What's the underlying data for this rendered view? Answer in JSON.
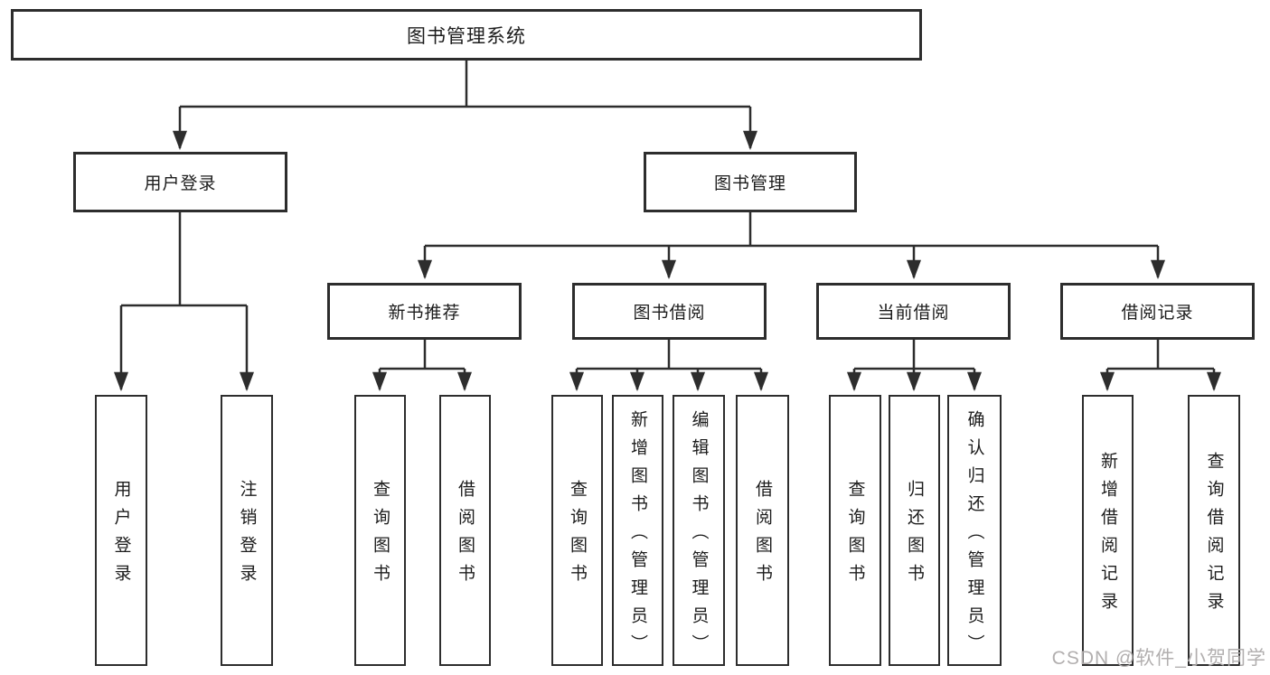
{
  "colors": {
    "line": "#2d2d2d",
    "box_border": "#2d2d2d",
    "text": "#1c1c1c",
    "watermark": "#b2afaf",
    "background": "#ffffff"
  },
  "nodes": {
    "root": "图书管理系统",
    "user_login_group": "用户登录",
    "book_mgmt": "图书管理",
    "new_book_rec": "新书推荐",
    "book_borrow": "图书借阅",
    "current_borrow": "当前借阅",
    "borrow_records": "借阅记录",
    "user_login": "用户登录",
    "logout": "注销登录",
    "nb_query": "查询图书",
    "nb_borrow": "借阅图书",
    "bb_query": "查询图书",
    "bb_add": "新增图书（管理员）",
    "bb_edit": "编辑图书（管理员）",
    "bb_borrow": "借阅图书",
    "cb_query": "查询图书",
    "cb_return": "归还图书",
    "cb_confirm": "确认归还（管理员）",
    "br_add": "新增借阅记录",
    "br_query": "查询借阅记录"
  },
  "watermark": {
    "text": "CSDN @软件_小贺同学"
  }
}
